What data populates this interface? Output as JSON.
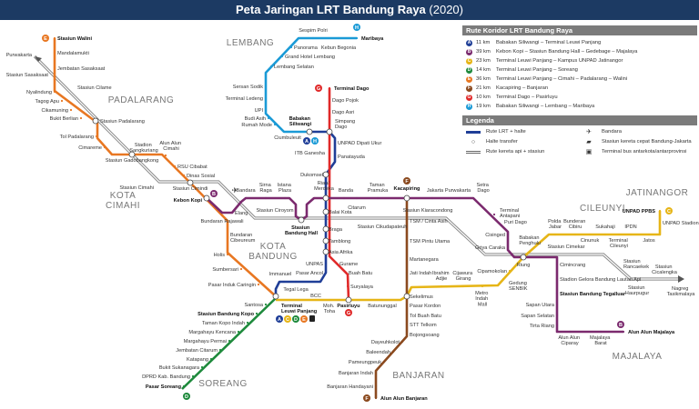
{
  "title": {
    "main": "Peta Jaringan LRT Bandung Raya",
    "year": "(2020)"
  },
  "colors": {
    "A": "#1f3e97",
    "B": "#7b2a6e",
    "C": "#e6b517",
    "D": "#1e8a3c",
    "E": "#e87722",
    "F": "#8b4a1f",
    "G": "#e02a2a",
    "H": "#1a9ad6",
    "rail": "#8a8a8a"
  },
  "regions": [
    "LEMBANG",
    "PADALARANG",
    "KOTA",
    "CIMAHI",
    "KOTA",
    "BANDUNG",
    "SOREANG",
    "BANJARAN",
    "CILEUNYI",
    "JATINANGOR",
    "MAJALAYA"
  ],
  "legend": {
    "routes_title": "Rute Koridor LRT Bandung Raya",
    "routes": [
      {
        "id": "A",
        "km": "11 km",
        "name": "Babakan Siliwangi – Terminal Leuwi Panjang"
      },
      {
        "id": "B",
        "km": "39 km",
        "name": "Kebon Kopi – Stasiun Bandung Hall – Gedebage – Majalaya"
      },
      {
        "id": "C",
        "km": "23 km",
        "name": "Terminal Leuwi Panjang – Kampus UNPAD Jatinangor"
      },
      {
        "id": "D",
        "km": "14 km",
        "name": "Terminal Leuwi Panjang – Soreang"
      },
      {
        "id": "E",
        "km": "36 km",
        "name": "Terminal Leuwi Panjang – Cimahi – Padalarang – Walini"
      },
      {
        "id": "F",
        "km": "21 km",
        "name": "Kacapiring – Banjaran"
      },
      {
        "id": "G",
        "km": "10 km",
        "name": "Terminal Dago – Pasirluyu"
      },
      {
        "id": "H",
        "km": "19 km",
        "name": "Babakan Siliwangi – Lembang – Maribaya"
      }
    ],
    "legend_title": "Legenda",
    "items": [
      {
        "icon": "lrt-route-icon",
        "label": "Rute LRT + halte"
      },
      {
        "icon": "airport-icon",
        "label": "Bandara"
      },
      {
        "icon": "transfer-stop-icon",
        "label": "Halte transfer"
      },
      {
        "icon": "high-speed-train-icon",
        "label": "Stasiun kereta cepat Bandung-Jakarta"
      },
      {
        "icon": "rail-route-icon",
        "label": "Rute kereta api + stasiun"
      },
      {
        "icon": "bus-terminal-icon",
        "label": "Terminal bus antarkota/antarprovinsi"
      }
    ]
  },
  "rail": {
    "stations": [
      "Purwakarta",
      "Stasiun Sasaksaat",
      "Stasiun Cilame",
      "Stasiun Cimahi",
      "Stasiun Ciroyom",
      "Stasiun Cikudapateuh",
      "Stasiun Kiaracondong",
      "Stasiun Cimekar",
      "Stasiun Rancaekek",
      "Stasiun Haurpugur",
      "Stasiun Cicalengka",
      "Nagreg Tasikmalaya"
    ]
  },
  "lines": {
    "E": [
      "Stasiun Walini",
      "Mandalamukti",
      "Jembatan Sasaksaat",
      "Nyalindung",
      "Tagog Apu",
      "Cikamuning",
      "Bukit Berlian",
      "Stasiun Padalarang",
      "Tol Padalarang",
      "Cimareme",
      "Stasiun Gadobangkong",
      "Stadion Sangkuriang",
      "Alun Alun Cimahi",
      "RSU Cibabat",
      "Dinas Sosial",
      "Stasiun Cimindi",
      "Kebon Kopi",
      "Bundaran Rajawali",
      "Bundaran Cibeureum",
      "Holis",
      "Sumbersari",
      "Pasar Induk Caringin"
    ],
    "H": [
      "Ciumbuleuit",
      "Rumah Mode",
      "Budi Asih",
      "UPI",
      "Terminal Ledeng",
      "Sersan Sodik",
      "Lembang Selatan",
      "Grand Hotel Lembang",
      "Panorama",
      "Sespim Polri",
      "Kebun Begonia",
      "Maribaya"
    ],
    "A": [
      "Babakan Siliwangi",
      "UNPAD Dipati Ukur",
      "Panatayuda",
      "Dukomsel",
      "Balai Kota",
      "Braga",
      "Tamblong",
      "Asia Afrika",
      "UNPAS",
      "Pasar Ancol",
      "Immanuel",
      "Tegal Lega",
      "Terminal Leuwi Panjang"
    ],
    "G": [
      "Terminal Dago",
      "Dago Pojok",
      "Dago Asri",
      "Simpang Dago",
      "ITB Ganesha",
      "Gurame",
      "Buah Batu",
      "Suryalaya",
      "Pasirluyu"
    ],
    "B": [
      "Elang",
      "Bandara",
      "Sirna Raga",
      "Istana Plaza",
      "Stasiun Bandung Hall",
      "Riau/ Merdeka",
      "Banda",
      "Citarum",
      "Taman Pramuka",
      "Kacapiring",
      "Jakarta",
      "Purwakarta",
      "Setra Dago",
      "Terminal Antapani",
      "Puri Dago",
      "Cisinged",
      "Griya Caraka",
      "Riung",
      "Cimincrang",
      "Stadion Gelora Bandung Lautan Api",
      "Stasiun Bandung Tegalluar",
      "Sapan Utara",
      "Sapan Selatan",
      "Tirta Riang",
      "Alun Alun Ciparay",
      "Majalaya Barat",
      "Alun Alun Majalaya"
    ],
    "C": [
      "BCC",
      "Moh. Toha",
      "Batununggal",
      "Sekelimus",
      "Ibrahim Adjie",
      "Cijawura Girang",
      "Metro Indah Mall",
      "Gedung SENBIK",
      "Cipamokolan",
      "Babakan Penghulu",
      "Polda Jabar",
      "Bunderan Cibiru",
      "Cinunuk",
      "Sukahaji",
      "Terminal Cileunyi",
      "IPDN",
      "Jatos",
      "UNPAD Stadion",
      "UNPAD PPBS"
    ],
    "F": [
      "TSM / Cinta Asih",
      "TSM Pintu Utama",
      "Martanegara",
      "Jati Indah",
      "Pasar Kordon",
      "Tol Buah Batu",
      "STT Telkom",
      "Bojongsoang",
      "Dayeuhkolot",
      "Baleendah",
      "Pameungpeuk",
      "Banjaran Indah",
      "Banjaran Handayani",
      "Alun Alun Banjaran"
    ],
    "D": [
      "Santosa",
      "Stasiun Bandung Kopo",
      "Taman Kopo Indah",
      "Margahayu Kencana",
      "Margahayu Permai",
      "Jembatan Citarum",
      "Katapang",
      "Bukit Sukanagara",
      "DPRD Kab. Bandung",
      "Pasar Soreang"
    ]
  }
}
